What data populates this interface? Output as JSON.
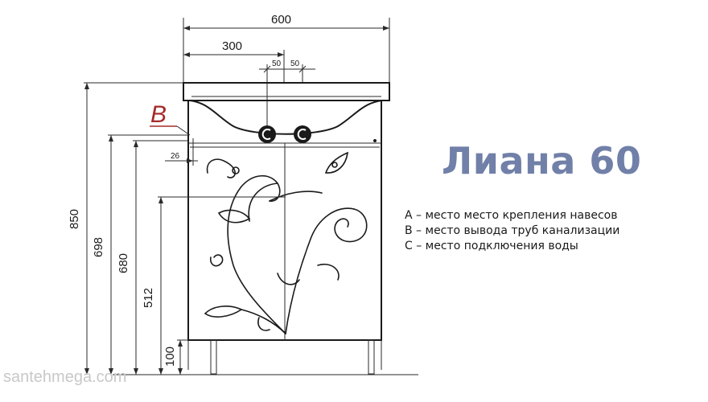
{
  "diagram": {
    "product_title": "Лиана 60",
    "dimensions": {
      "width_total": "600",
      "width_half": "300",
      "offset_left": "50",
      "offset_right": "50",
      "height_total": "850",
      "height_698": "698",
      "height_680": "680",
      "height_512": "512",
      "height_legs": "100",
      "offset_26": "26"
    },
    "marker_b": "B",
    "legend": [
      "А – место место крепления навесов",
      "В – место вывода труб канализации",
      "С – место подключения воды"
    ],
    "watermark": "santehmega.com",
    "colors": {
      "title": "#7180a8",
      "marker_b": "#a52a2a",
      "lines": "#2a2a2a"
    }
  }
}
